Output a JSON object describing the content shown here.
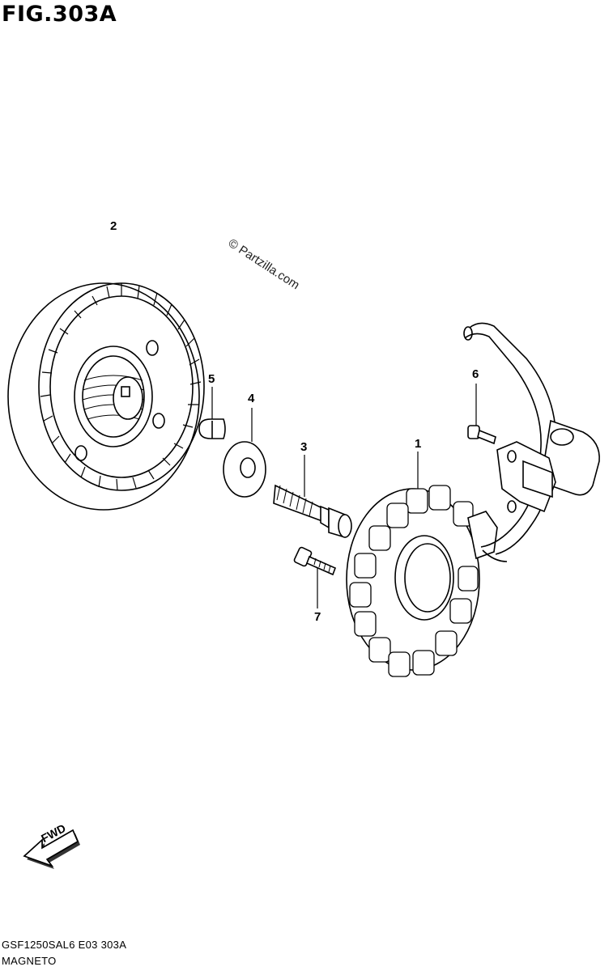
{
  "figure": {
    "title": "FIG.303A",
    "watermark": "© Partzilla.com",
    "fwd_label": "FWD"
  },
  "callouts": [
    {
      "number": "1"
    },
    {
      "number": "2"
    },
    {
      "number": "3"
    },
    {
      "number": "4"
    },
    {
      "number": "5"
    },
    {
      "number": "6"
    },
    {
      "number": "7"
    }
  ],
  "footer": {
    "code": "GSF1250SAL6  E03  303A",
    "name": "MAGNETO"
  }
}
